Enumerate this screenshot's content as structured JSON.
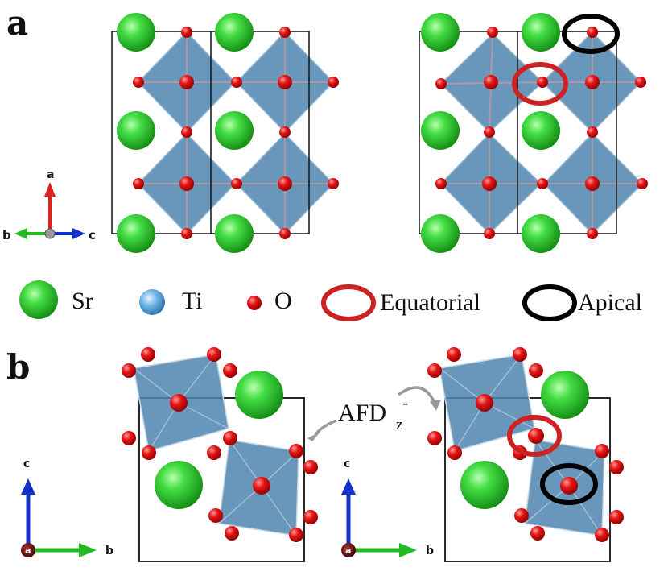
{
  "panel_a": {
    "label": "a",
    "axes": {
      "up": "a",
      "left": "b",
      "right": "c"
    }
  },
  "legend": {
    "items": [
      {
        "label": "Sr",
        "icon": "sr-atom-icon"
      },
      {
        "label": "Ti",
        "icon": "ti-atom-icon"
      },
      {
        "label": "O",
        "icon": "o-atom-icon"
      },
      {
        "label": "Equatorial",
        "icon": "red-ring-icon"
      },
      {
        "label": "Apical",
        "icon": "black-ring-icon"
      }
    ]
  },
  "panel_b": {
    "label": "b",
    "axes_left": {
      "up": "c",
      "origin": "a",
      "right": "b"
    },
    "axes_right": {
      "up": "c",
      "origin": "a",
      "right": "b"
    },
    "transition": {
      "base": "AFD",
      "subscript": "z",
      "superscript": "-"
    }
  },
  "colors": {
    "sr": "#33cc33",
    "ti": "#5fa8d8",
    "o": "#dd1111",
    "octahedron": "#4f85b0",
    "equatorial_ring": "#cc2222",
    "apical_ring": "#000000",
    "axis_a": "#dd2222",
    "axis_b": "#22bb22",
    "axis_c": "#1133cc"
  }
}
